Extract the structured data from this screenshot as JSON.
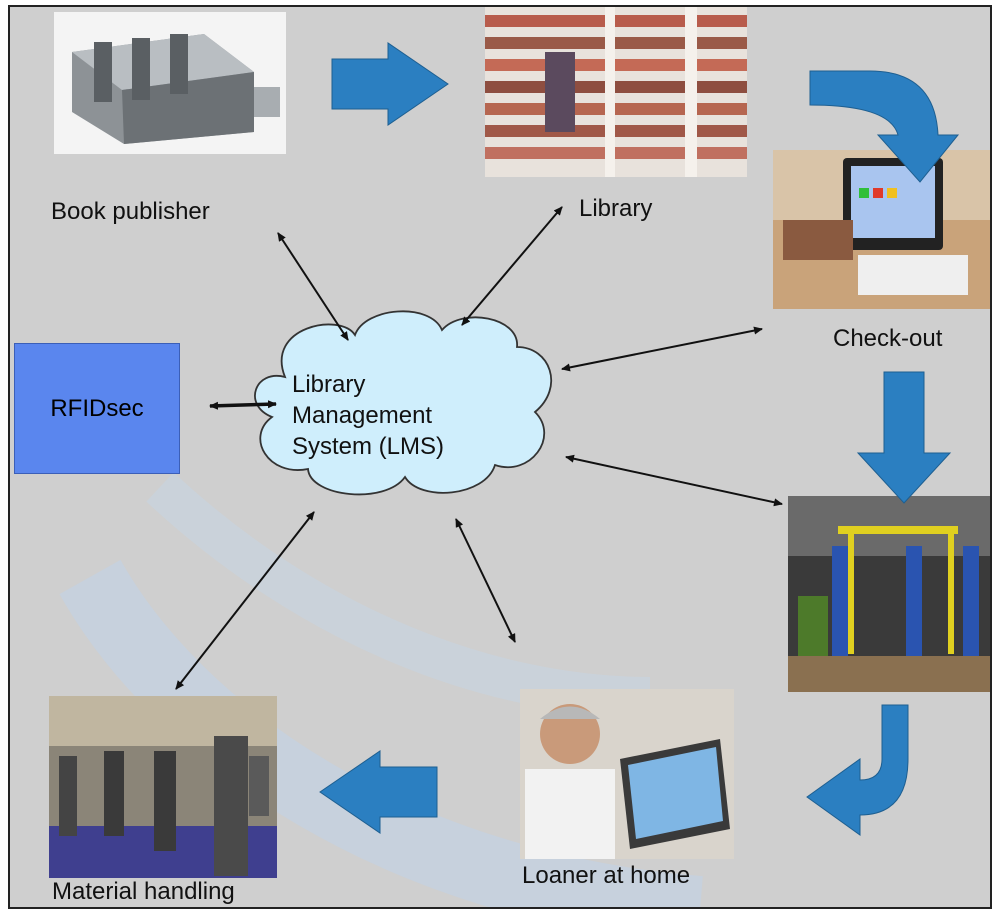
{
  "diagram": {
    "nodes": {
      "publisher": {
        "label": "Book publisher",
        "icon": "printing-press-photo"
      },
      "library": {
        "label": "Library",
        "icon": "bookshelves-photo"
      },
      "checkout": {
        "label": "Check-out",
        "icon": "self-checkout-kiosk-photo"
      },
      "security_gate": {
        "label": "",
        "icon": "security-gate-photo"
      },
      "home": {
        "label": "Loaner at home",
        "icon": "man-with-laptop-photo"
      },
      "material": {
        "label": "Material handling",
        "icon": "return-stations-photo"
      },
      "rfid": {
        "label": "RFIDsec"
      },
      "lms": {
        "line1": "Library",
        "line2": "Management",
        "line3": "System (LMS)"
      }
    },
    "colors": {
      "background": "#cfcfcf",
      "flow_arrow": "#2b7fc1",
      "rfid_box": "#5a86ee",
      "cloud": "#cfeefc"
    }
  }
}
